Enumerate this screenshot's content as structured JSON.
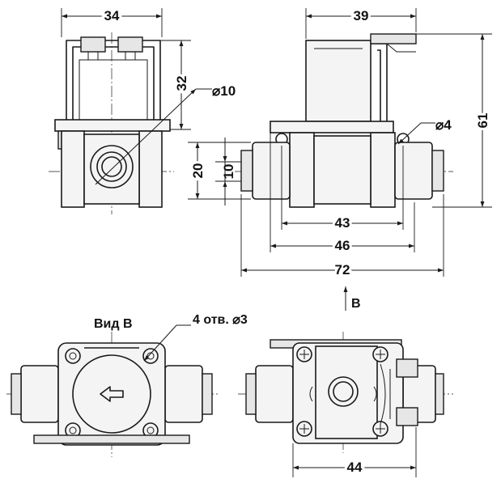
{
  "dimensions": {
    "front_width": "34",
    "coil_height": "32",
    "port_diameter": "⌀10",
    "side_width": "39",
    "total_height": "61",
    "mount_hole": "⌀4",
    "body_height": "20",
    "port_height": "10",
    "hole_spacing": "43",
    "body_length": "46",
    "overall_length": "72",
    "bottom_width": "44"
  },
  "labels": {
    "view_b_arrow": "B",
    "view_b_title": "Вид B",
    "holes_note": "4 отв. ⌀3"
  }
}
